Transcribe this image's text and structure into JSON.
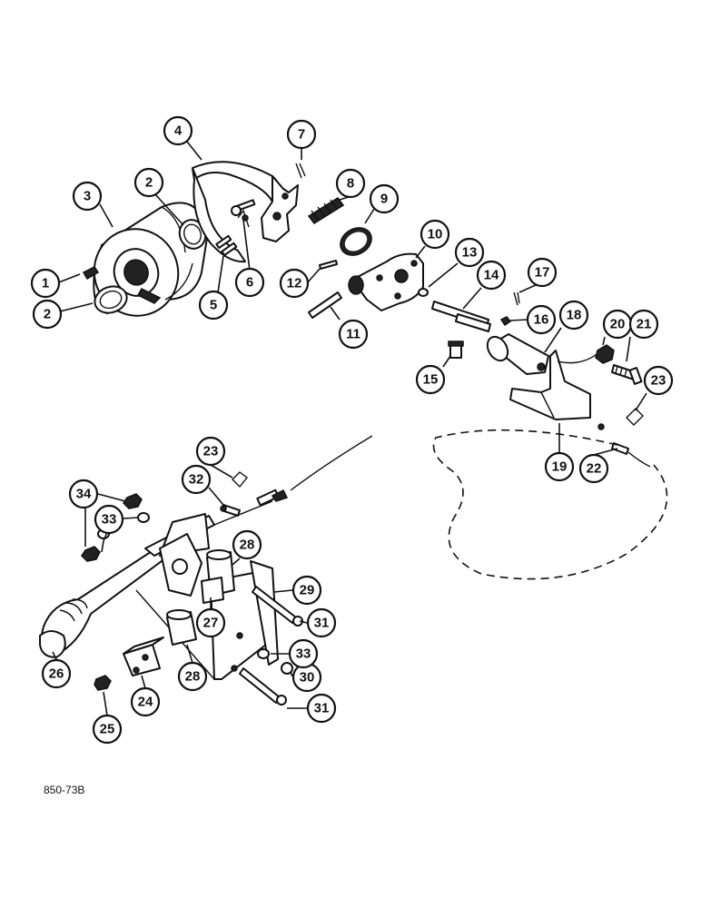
{
  "figure_code": "850-73B",
  "callouts": [
    {
      "id": "c1",
      "label": "1"
    },
    {
      "id": "c2a",
      "label": "2"
    },
    {
      "id": "c2b",
      "label": "2"
    },
    {
      "id": "c3",
      "label": "3"
    },
    {
      "id": "c4",
      "label": "4"
    },
    {
      "id": "c5",
      "label": "5"
    },
    {
      "id": "c6",
      "label": "6"
    },
    {
      "id": "c7",
      "label": "7"
    },
    {
      "id": "c8",
      "label": "8"
    },
    {
      "id": "c9",
      "label": "9"
    },
    {
      "id": "c10",
      "label": "10"
    },
    {
      "id": "c11",
      "label": "11"
    },
    {
      "id": "c12",
      "label": "12"
    },
    {
      "id": "c13",
      "label": "13"
    },
    {
      "id": "c14",
      "label": "14"
    },
    {
      "id": "c15",
      "label": "15"
    },
    {
      "id": "c16",
      "label": "16"
    },
    {
      "id": "c17",
      "label": "17"
    },
    {
      "id": "c18",
      "label": "18"
    },
    {
      "id": "c19",
      "label": "19"
    },
    {
      "id": "c20",
      "label": "20"
    },
    {
      "id": "c21",
      "label": "21"
    },
    {
      "id": "c22",
      "label": "22"
    },
    {
      "id": "c23a",
      "label": "23"
    },
    {
      "id": "c23b",
      "label": "23"
    },
    {
      "id": "c24",
      "label": "24"
    },
    {
      "id": "c25",
      "label": "25"
    },
    {
      "id": "c26",
      "label": "26"
    },
    {
      "id": "c27",
      "label": "27"
    },
    {
      "id": "c28a",
      "label": "28"
    },
    {
      "id": "c28b",
      "label": "28"
    },
    {
      "id": "c29",
      "label": "29"
    },
    {
      "id": "c30",
      "label": "30"
    },
    {
      "id": "c31a",
      "label": "31"
    },
    {
      "id": "c31b",
      "label": "31"
    },
    {
      "id": "c32",
      "label": "32"
    },
    {
      "id": "c33a",
      "label": "33"
    },
    {
      "id": "c33b",
      "label": "33"
    },
    {
      "id": "c34",
      "label": "34"
    }
  ]
}
